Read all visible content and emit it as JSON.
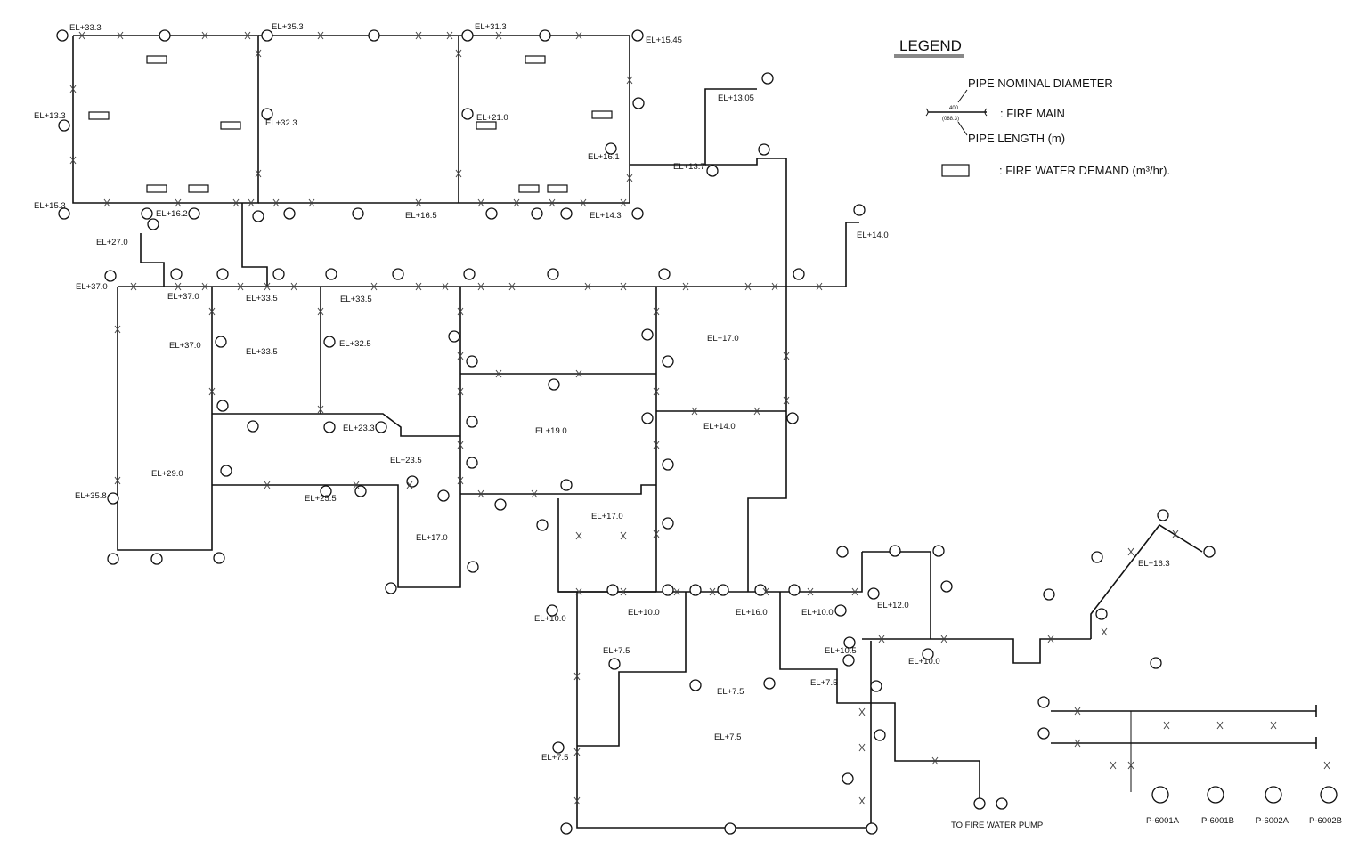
{
  "legend": {
    "title": "LEGEND",
    "nominal_diameter_label": "PIPE NOMINAL DIAMETER",
    "sample_diameter": "400",
    "sample_length": "(088.3)",
    "fire_main_label": ": FIRE MAIN",
    "pipe_length_label": "PIPE LENGTH (m)",
    "demand_label": ":  FIRE WATER DEMAND (m³/hr)."
  },
  "elevations": {
    "e1": "EL+33.3",
    "e2": "EL+35.3",
    "e3": "EL+31.3",
    "e4": "EL+15.45",
    "e5": "EL+13.3",
    "e6": "EL+32.3",
    "e7": "EL+21.0",
    "e8": "EL+13.05",
    "e9": "EL+16.1",
    "e10": "EL+13.7",
    "e11": "EL+15.3",
    "e12": "EL+16.2",
    "e13": "EL+16.5",
    "e14": "EL+14.3",
    "e15": "EL+27.0",
    "e16": "EL+14.0",
    "e17": "EL+37.0",
    "e18": "EL+37.0",
    "e19": "EL+33.5",
    "e20": "EL+33.5",
    "e21": "EL+37.0",
    "e22": "EL+33.5",
    "e23": "EL+32.5",
    "e24": "EL+17.0",
    "e25": "EL+23.3",
    "e26": "EL+23.5",
    "e27": "EL+19.0",
    "e28": "EL+14.0",
    "e29": "EL+29.0",
    "e30": "EL+35.8",
    "e31": "EL+25.5",
    "e32": "EL+17.0",
    "e33": "EL+17.0",
    "e34": "EL+10.0",
    "e35": "EL+10.0",
    "e36": "EL+16.0",
    "e37": "EL+10.0",
    "e38": "EL+12.0",
    "e39": "EL+10.0",
    "e40": "EL+16.3",
    "e41": "EL+7.5",
    "e42": "EL+7.5",
    "e43": "EL+7.5",
    "e44": "EL+10.5",
    "e45": "EL+7.5",
    "e46": "EL+7.5"
  },
  "pump_caption": "TO FIRE WATER PUMP",
  "pumps": [
    "P-6001A",
    "P-6001B",
    "P-6002A",
    "P-6002B"
  ]
}
